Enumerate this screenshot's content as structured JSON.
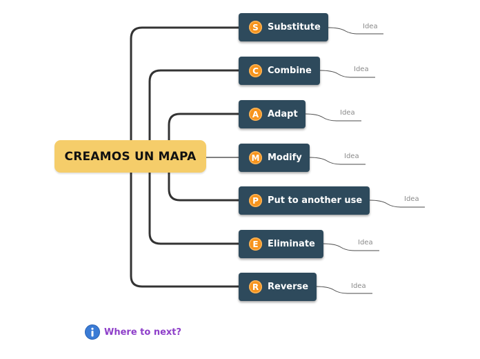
{
  "central_topic": "CREAMOS UN MAPA",
  "topics": [
    {
      "letter": "S",
      "label": "Substitute",
      "idea": "Idea"
    },
    {
      "letter": "C",
      "label": "Combine",
      "idea": "Idea"
    },
    {
      "letter": "A",
      "label": "Adapt",
      "idea": "Idea"
    },
    {
      "letter": "M",
      "label": "Modify",
      "idea": "Idea"
    },
    {
      "letter": "P",
      "label": "Put to another use",
      "idea": "Idea"
    },
    {
      "letter": "E",
      "label": "Eliminate",
      "idea": "Idea"
    },
    {
      "letter": "R",
      "label": "Reverse",
      "idea": "Idea"
    }
  ],
  "footer": {
    "label": "Where to next?",
    "icon": "info-icon"
  },
  "colors": {
    "central_fill": "#f5cd6a",
    "topic_fill": "#2e4a5c",
    "badge": "#f7941d",
    "connector": "#333333",
    "idea_line": "#4a4a4a",
    "footer_text": "#8e3fc9",
    "info_icon": "#3a7bd5"
  }
}
